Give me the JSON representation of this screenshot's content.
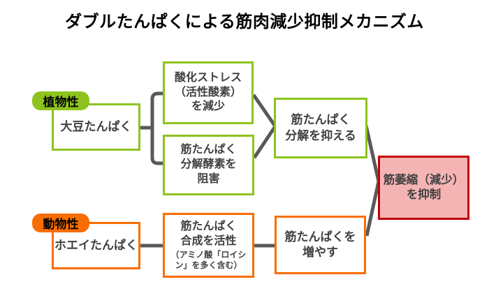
{
  "title": "ダブルたんぱくによる筋肉減少抑制メカニズム",
  "colors": {
    "plant_green": "#8EC31F",
    "animal_orange": "#F96E00",
    "result_border_red": "#C00000",
    "result_fill_pink": "#F5B4B4",
    "connector_gray": "#595959",
    "box_text_gray": "#404040"
  },
  "plant": {
    "tag": "植物性",
    "source": "大豆たんぱく",
    "effect_oxidative": "酸化ストレス\n（活性酸素）\nを減少",
    "effect_enzyme": "筋たんぱく\n分解酵素を\n阻害",
    "outcome": "筋たんぱく\n分解を抑える"
  },
  "animal": {
    "tag": "動物性",
    "source": "ホエイたんぱく",
    "effect_main": "筋たんぱく\n合成を活性",
    "effect_note": "（アミノ酸「ロイシ\nン」を多く含む）",
    "outcome": "筋たんぱくを\n増やす"
  },
  "result": "筋萎縮（減少）\nを抑制"
}
